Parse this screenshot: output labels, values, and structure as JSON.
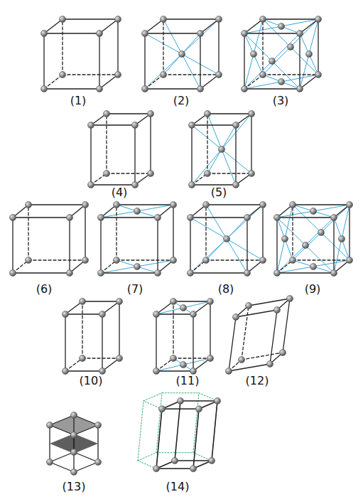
{
  "diagram": {
    "labels": [
      "(1)",
      "(2)",
      "(3)",
      "(4)",
      "(5)",
      "(6)",
      "(7)",
      "(8)",
      "(9)",
      "(10)",
      "(11)",
      "(12)",
      "(13)",
      "(14)"
    ]
  }
}
